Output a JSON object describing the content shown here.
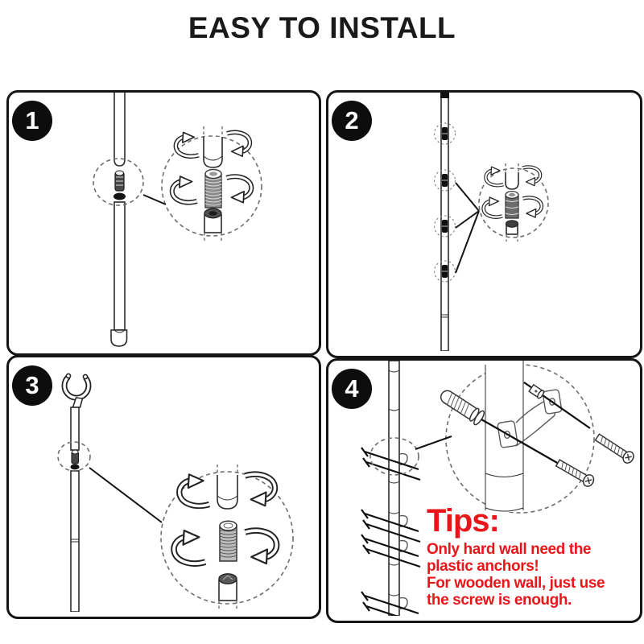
{
  "title": "EASY TO INSTALL",
  "colors": {
    "ink": "#151515",
    "tips_red": "#e8151a",
    "connector_gray": "#8a8a8a"
  },
  "steps": [
    {
      "number": "1",
      "diagram": "join-two-pole-sections-with-threaded-connector-rotation-detail"
    },
    {
      "number": "2",
      "diagram": "assembled-pole-with-four-joints-rotation-detail"
    },
    {
      "number": "3",
      "diagram": "fork-hook-pole-with-threaded-connector-rotation-detail"
    },
    {
      "number": "4",
      "diagram": "wall-mounting-clips-plastic-anchor-and-screws-detail"
    }
  ],
  "tips": {
    "heading": "Tips:",
    "lines": [
      "Only hard wall need the",
      "plastic anchors!",
      "For wooden wall, just use",
      "the screw is enough."
    ]
  }
}
